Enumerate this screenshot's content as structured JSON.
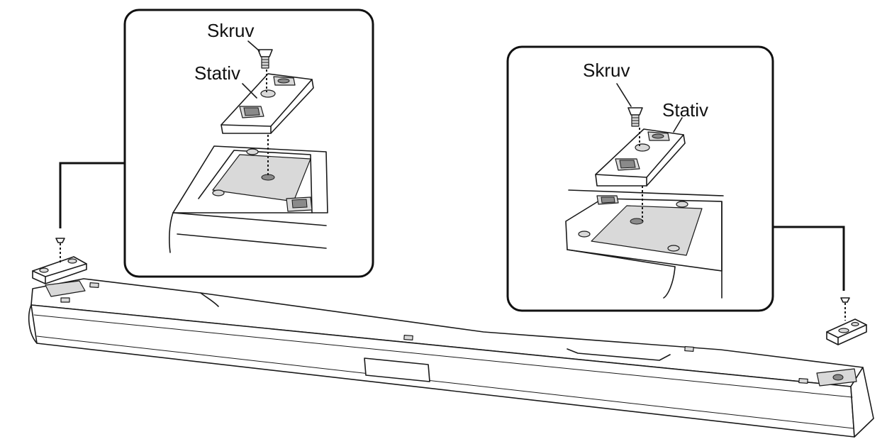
{
  "labels": {
    "left_screw": "Skruv",
    "left_stand": "Stativ",
    "right_screw": "Skruv",
    "right_stand": "Stativ"
  }
}
